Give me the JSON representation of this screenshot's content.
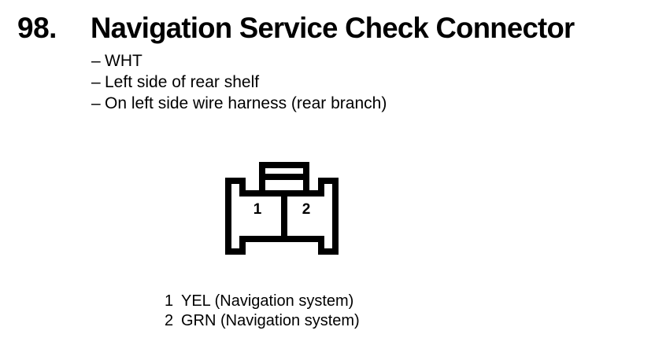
{
  "header": {
    "item_number": "98.",
    "title": "Navigation Service Check Connector"
  },
  "specs": {
    "dash": "–",
    "items": [
      {
        "text": "WHT"
      },
      {
        "text": "Left side of rear shelf"
      },
      {
        "text": "On left side wire harness (rear branch)"
      }
    ]
  },
  "connector": {
    "pins": [
      {
        "number": "1"
      },
      {
        "number": "2"
      }
    ],
    "stroke_color": "#000000",
    "fill_color": "#ffffff"
  },
  "legend": {
    "rows": [
      {
        "pin": "1",
        "desc": "YEL (Navigation system)"
      },
      {
        "pin": "2",
        "desc": "GRN (Navigation system)"
      }
    ]
  },
  "page": {
    "background_color": "#ffffff",
    "text_color": "#000000"
  }
}
